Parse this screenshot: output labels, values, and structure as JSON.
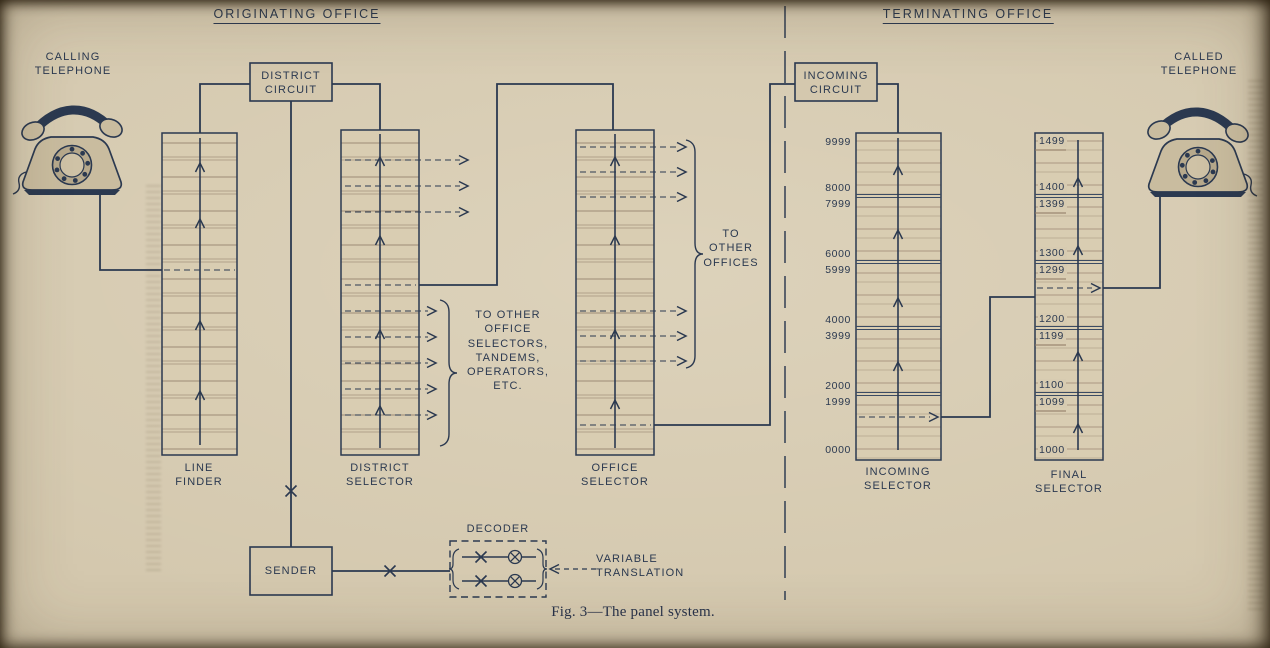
{
  "figure": {
    "titles": {
      "originating": "ORIGINATING OFFICE",
      "terminating": "TERMINATING OFFICE"
    },
    "caption": "Fig. 3—The panel system.",
    "telephones": {
      "calling": "CALLING\nTELEPHONE",
      "called": "CALLED\nTELEPHONE"
    },
    "boxes": {
      "district_circuit": "DISTRICT\nCIRCUIT",
      "incoming_circuit": "INCOMING\nCIRCUIT",
      "sender": "SENDER",
      "decoder": "DECODER"
    },
    "selectors": {
      "line_finder": "LINE\nFINDER",
      "district_selector": "DISTRICT\nSELECTOR",
      "office_selector": "OFFICE\nSELECTOR",
      "incoming_selector": "INCOMING\nSELECTOR",
      "final_selector": "FINAL\nSELECTOR"
    },
    "annotations": {
      "to_other_group": "TO OTHER\nOFFICE\nSELECTORS,\nTANDEMS,\nOPERATORS,\nETC.",
      "to_other_offices": "TO\nOTHER\nOFFICES",
      "variable_translation": "VARIABLE\nTRANSLATION"
    },
    "incoming_numbers": [
      "9999",
      "8000",
      "7999",
      "6000",
      "5999",
      "4000",
      "3999",
      "2000",
      "1999",
      "0000"
    ],
    "final_numbers": [
      "1499",
      "1400",
      "1399",
      "1300",
      "1299",
      "1200",
      "1199",
      "1100",
      "1099",
      "1000"
    ],
    "colors": {
      "paper": "#d4c8ae",
      "ink": "#2b3950",
      "stripe": "#8a7560"
    }
  }
}
